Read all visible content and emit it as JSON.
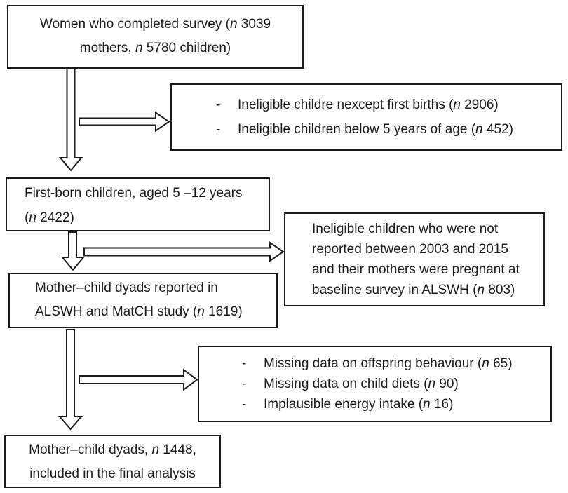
{
  "colors": {
    "ink": "#1a1a1a",
    "background": "#ffffff"
  },
  "bullet_marker": "-",
  "boxes": {
    "survey": {
      "lines": [
        [
          {
            "t": "Women who completed survey ("
          },
          {
            "t": "n",
            "i": true
          },
          {
            "t": " 3039"
          }
        ],
        [
          {
            "t": "mothers, "
          },
          {
            "t": "n",
            "i": true
          },
          {
            "t": " 5780 children)"
          }
        ]
      ]
    },
    "excl_first_births": {
      "items": [
        [
          {
            "t": "Ineligible childre nexcept first births ("
          },
          {
            "t": "n",
            "i": true
          },
          {
            "t": " 2906)"
          }
        ],
        [
          {
            "t": "Ineligible children below 5 years of age ("
          },
          {
            "t": "n",
            "i": true
          },
          {
            "t": " 452)"
          }
        ]
      ]
    },
    "firstborn": {
      "lines": [
        [
          {
            "t": "First-born children, aged 5 –12 years"
          }
        ],
        [
          {
            "t": "("
          },
          {
            "t": "n",
            "i": true
          },
          {
            "t": " 2422)"
          }
        ]
      ]
    },
    "excl_not_reported": {
      "lines": [
        [
          {
            "t": "Ineligible children who were not"
          }
        ],
        [
          {
            "t": "reported between 2003 and 2015"
          }
        ],
        [
          {
            "t": "and their mothers were pregnant at"
          }
        ],
        [
          {
            "t": "baseline survey in ALSWH ("
          },
          {
            "t": "n",
            "i": true
          },
          {
            "t": " 803)"
          }
        ]
      ]
    },
    "dyads_reported": {
      "lines": [
        [
          {
            "t": "Mother–child dyads reported in"
          }
        ],
        [
          {
            "t": "ALSWH and MatCH study ("
          },
          {
            "t": "n",
            "i": true
          },
          {
            "t": " 1619)"
          }
        ]
      ]
    },
    "excl_missing": {
      "items": [
        [
          {
            "t": "Missing data on offspring behaviour ("
          },
          {
            "t": "n",
            "i": true
          },
          {
            "t": " 65)"
          }
        ],
        [
          {
            "t": "Missing data on child diets ("
          },
          {
            "t": "n",
            "i": true
          },
          {
            "t": " 90)"
          }
        ],
        [
          {
            "t": "Implausible energy intake ("
          },
          {
            "t": "n",
            "i": true
          },
          {
            "t": " 16)"
          }
        ]
      ]
    },
    "final_analysis": {
      "lines": [
        [
          {
            "t": "Mother–child dyads, "
          },
          {
            "t": "n",
            "i": true
          },
          {
            "t": " 1448,"
          }
        ],
        [
          {
            "t": "included in the final analysis"
          }
        ]
      ]
    }
  }
}
